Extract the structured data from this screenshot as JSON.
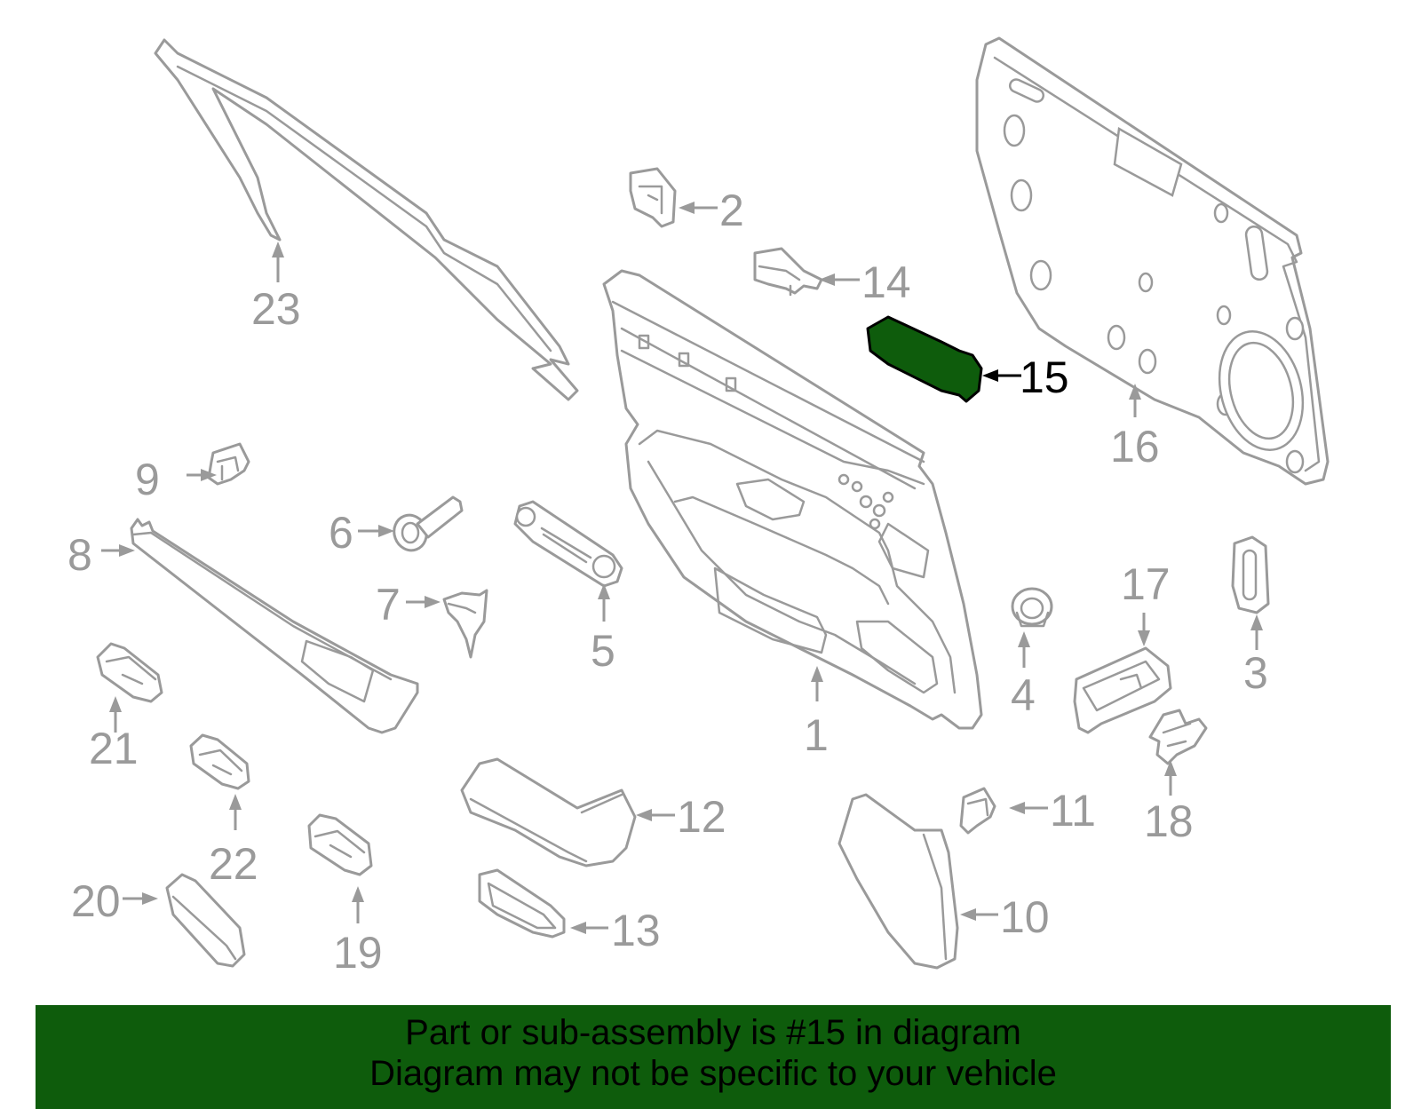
{
  "highlight_color": "#0e5c0c",
  "line_color": "#9a9a9a",
  "highlighted_part": "15",
  "callouts": {
    "c1": "1",
    "c2": "2",
    "c3": "3",
    "c4": "4",
    "c5": "5",
    "c6": "6",
    "c7": "7",
    "c8": "8",
    "c9": "9",
    "c10": "10",
    "c11": "11",
    "c12": "12",
    "c13": "13",
    "c14": "14",
    "c15": "15",
    "c16": "16",
    "c17": "17",
    "c18": "18",
    "c19": "19",
    "c20": "20",
    "c21": "21",
    "c22": "22",
    "c23": "23"
  },
  "banner": {
    "line1": "Part or sub-assembly is #15 in diagram",
    "line2": "Diagram may not be specific to your vehicle"
  }
}
